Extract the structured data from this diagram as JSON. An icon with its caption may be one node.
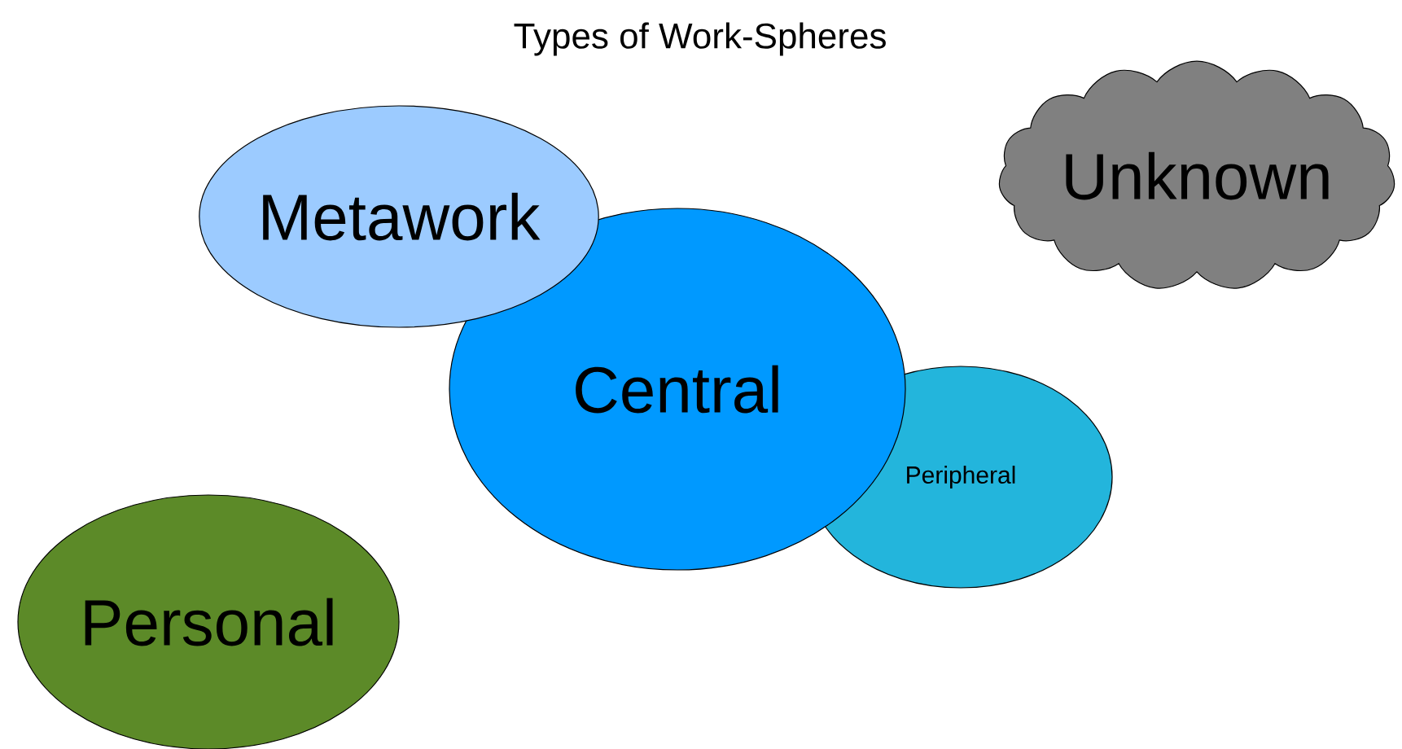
{
  "diagram": {
    "title": "Types of Work-Spheres",
    "nodes": [
      {
        "text": [
          "Metawork"
        ]
      },
      {
        "text": [
          "Unknown"
        ]
      },
      {
        "text": [
          "Central"
        ]
      },
      {
        "text": [
          "Peripheral"
        ]
      },
      {
        "text": [
          "Personal"
        ]
      }
    ]
  }
}
